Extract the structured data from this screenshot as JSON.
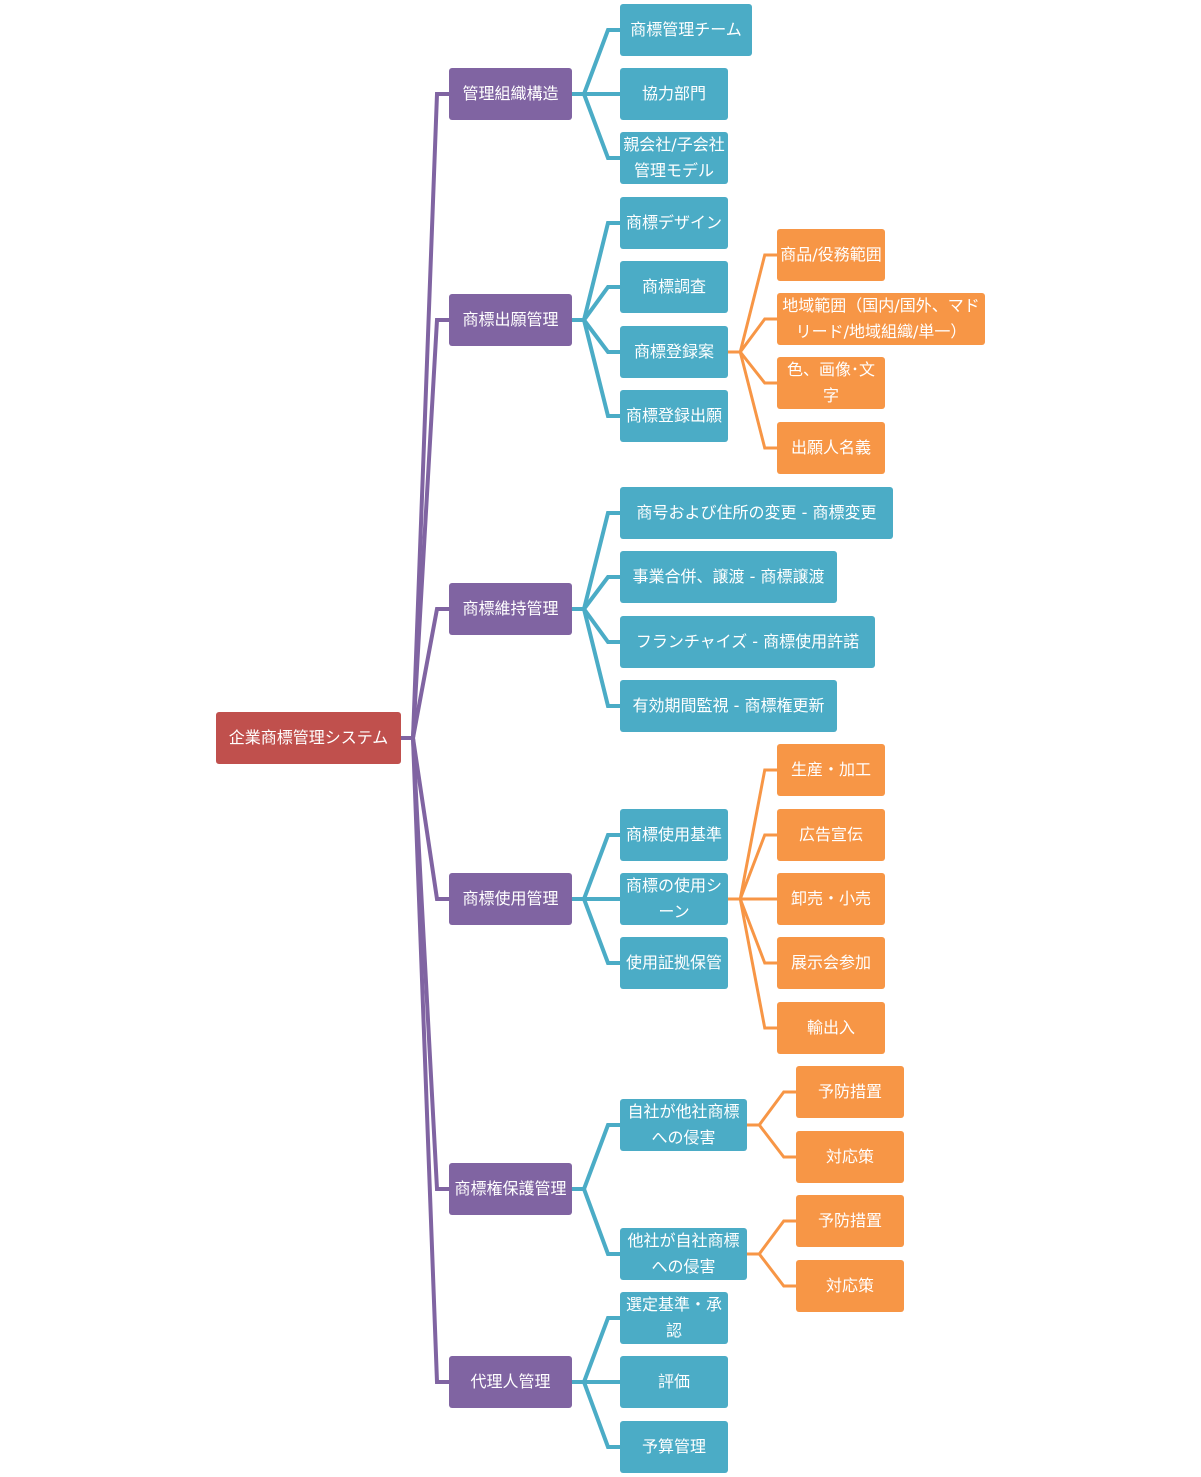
{
  "colors": {
    "root": "#c0504d",
    "level1": "#8064a2",
    "level2": "#4bacc6",
    "level3": "#f79646",
    "background": "#ffffff"
  },
  "diagram": {
    "root": "企業商標管理システム",
    "branches": [
      {
        "label": "管理組織構造",
        "children": [
          {
            "label": "商標管理チーム"
          },
          {
            "label": "協力部門"
          },
          {
            "label": "親会社/子会社管理モデル"
          }
        ]
      },
      {
        "label": "商標出願管理",
        "children": [
          {
            "label": "商標デザイン"
          },
          {
            "label": "商標調査"
          },
          {
            "label": "商標登録案",
            "children": [
              {
                "label": "商品/役務範囲"
              },
              {
                "label": "地域範囲（国内/国外、マドリード/地域組織/単一）"
              },
              {
                "label": "色、画像･文字"
              },
              {
                "label": "出願人名義"
              }
            ]
          },
          {
            "label": "商標登録出願"
          }
        ]
      },
      {
        "label": "商標維持管理",
        "children": [
          {
            "label": "商号および住所の変更 - 商標変更"
          },
          {
            "label": "事業合併、譲渡 - 商標譲渡"
          },
          {
            "label": "フランチャイズ - 商標使用許諾"
          },
          {
            "label": "有効期間監視 - 商標権更新"
          }
        ]
      },
      {
        "label": "商標使用管理",
        "children": [
          {
            "label": "商標使用基準"
          },
          {
            "label": "商標の使用シーン",
            "children": [
              {
                "label": "生産・加工"
              },
              {
                "label": "広告宣伝"
              },
              {
                "label": "卸売・小売"
              },
              {
                "label": "展示会参加"
              },
              {
                "label": "輸出入"
              }
            ]
          },
          {
            "label": "使用証拠保管"
          }
        ]
      },
      {
        "label": "商標権保護管理",
        "children": [
          {
            "label": "自社が他社商標への侵害",
            "children": [
              {
                "label": "予防措置"
              },
              {
                "label": "対応策"
              }
            ]
          },
          {
            "label": "他社が自社商標への侵害",
            "children": [
              {
                "label": "予防措置"
              },
              {
                "label": "対応策"
              }
            ]
          }
        ]
      },
      {
        "label": "代理人管理",
        "children": [
          {
            "label": "選定基準・承認"
          },
          {
            "label": "評価"
          },
          {
            "label": "予算管理"
          }
        ]
      }
    ]
  }
}
